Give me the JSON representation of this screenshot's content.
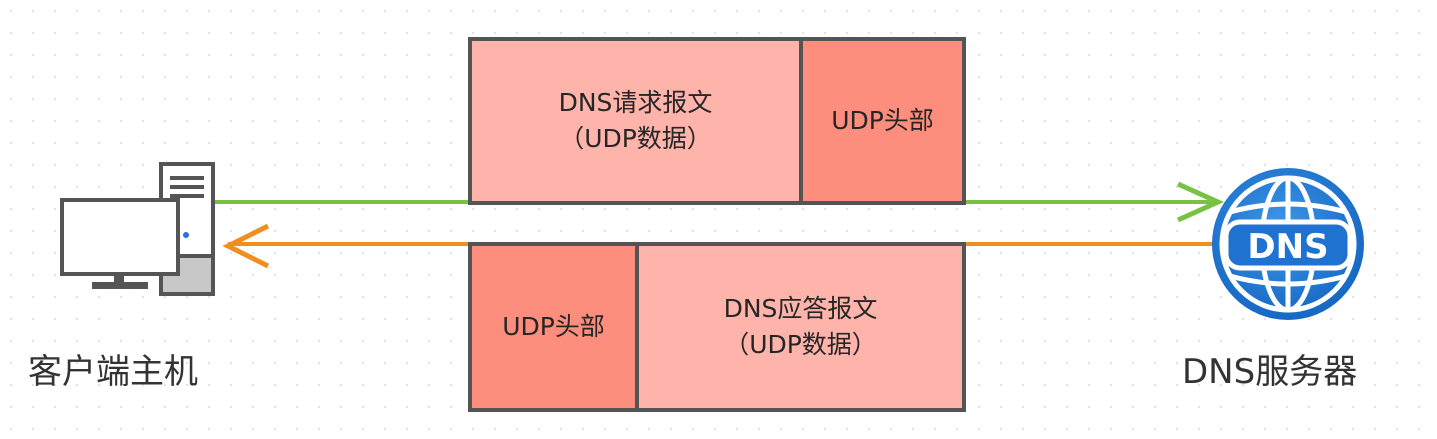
{
  "title": "",
  "colors": {
    "request_line": "#79c143",
    "response_line": "#ef8f1f",
    "data_fill": "#feb4ab",
    "header_fill": "#fd8d7c",
    "border": "#545454",
    "dns_blue": "#1e7bd6"
  },
  "client": {
    "label": "客户端主机",
    "icon": "desktop-computer-icon"
  },
  "server": {
    "label": "DNS服务器",
    "icon": "dns-globe-icon",
    "badge": "DNS"
  },
  "request_packet": {
    "data_line1": "DNS请求报文",
    "data_line2": "（UDP数据）",
    "header": "UDP头部"
  },
  "response_packet": {
    "header": "UDP头部",
    "data_line1": "DNS应答报文",
    "data_line2": "（UDP数据）"
  }
}
